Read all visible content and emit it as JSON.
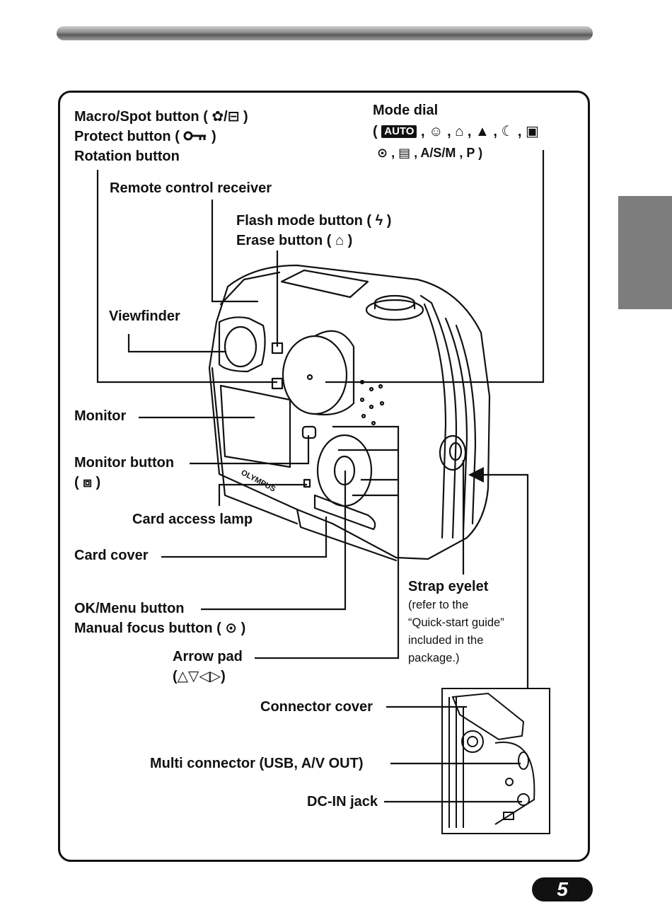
{
  "labels": {
    "macro_spot": "Macro/Spot button ( ✿/⊟ )",
    "protect": "Protect button (",
    "protect_tail": ")",
    "rotation": "Rotation button",
    "remote": "Remote control receiver",
    "flash": "Flash mode button ( ϟ )",
    "erase": "Erase button ( ⌂ )",
    "viewfinder": "Viewfinder",
    "monitor": "Monitor",
    "monitor_button": "Monitor button",
    "monitor_button_sym": "( ⧈ )",
    "card_lamp": "Card access lamp",
    "card_cover": "Card cover",
    "ok_menu": "OK/Menu button",
    "manual_focus": "Manual focus button ( ⊙ )",
    "arrow_pad": "Arrow pad",
    "arrow_pad_sym": "(△▽◁▷)",
    "strap": "Strap eyelet",
    "strap_note": [
      "(refer to the",
      "“Quick-start guide”",
      "included in the",
      "package.)"
    ],
    "connector_cover": "Connector cover",
    "multi_connector": "Multi connector (USB, A/V OUT)",
    "dc_in": "DC-IN jack"
  },
  "mode_dial": {
    "title": "Mode dial",
    "open": "(",
    "auto": "AUTO",
    "line1_rest": ", ☺ , ⌂ , ▲ , ☾ , ▣",
    "line2": "⊙ , ▤ , A/S/M , P )"
  },
  "icons": {
    "protect_key": "key-icon"
  },
  "page_number": "5"
}
